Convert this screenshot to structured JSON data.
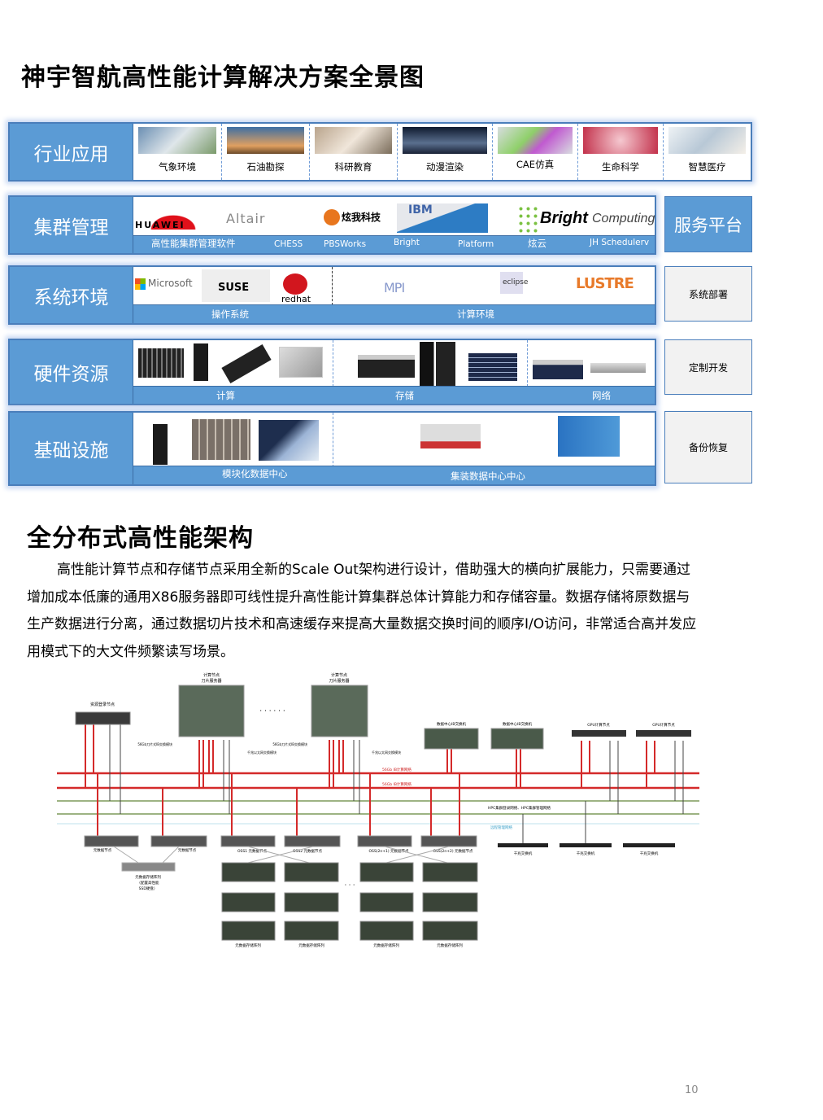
{
  "title": "神宇智航高性能计算解决方案全景图",
  "panorama": {
    "industry": {
      "label": "行业应用",
      "items": [
        "气象环境",
        "石油勘探",
        "科研教育",
        "动漫渲染",
        "CAE仿真",
        "生命科学",
        "智慧医疗"
      ]
    },
    "cluster": {
      "label": "集群管理",
      "logos": [
        "HUAWEI",
        "Altair",
        "炫我科技",
        "IBM",
        "Bright",
        "Computing"
      ],
      "captions": [
        "高性能集群管理软件",
        "CHESS",
        "PBSWorks",
        "Bright",
        "Platform",
        "炫云",
        "JH Schedulerv"
      ]
    },
    "system": {
      "label": "系统环境",
      "logos": [
        "Microsoft",
        "SUSE",
        "redhat",
        "MPI",
        "eclipse",
        "LUSTRE"
      ],
      "captions": [
        "操作系统",
        "计算环境"
      ]
    },
    "hardware": {
      "label": "硬件资源",
      "captions": [
        "计算",
        "存储",
        "网络"
      ]
    },
    "infra": {
      "label": "基础设施",
      "captions": [
        "模块化数据中心",
        "集装数据中心中心"
      ]
    },
    "side": [
      "服务平台",
      "系统部署",
      "定制开发",
      "备份恢复"
    ]
  },
  "section2": {
    "title": "全分布式高性能架构",
    "paragraph": "高性能计算节点和存储节点采用全新的Scale Out架构进行设计，借助强大的横向扩展能力，只需要通过增加成本低廉的通用X86服务器即可线性提升高性能计算集群总体计算能力和存储容量。数据存储将原数据与生产数据进行分离，通过数据切片技术和高速缓存来提高大量数据交换时间的顺序I/O访问，非常适合高并发应用模式下的大文件频繁读写场景。"
  },
  "diagram": {
    "login_node": "资源登录节点",
    "blade_title1": "计算节点",
    "blade_title2": "刀片服务器",
    "ib_module": "56Gb刀片式IB交换模块",
    "eth_module": "千兆以太网交换模块",
    "ellipsis": "· · · · · ·",
    "ib_switch": "数据中心IB交换机",
    "gpu_node": "GPU计算节点",
    "net_ib1": "56Gb IB计算网络",
    "net_ib2": "56Gb IB计算网络",
    "net_mgmt": "HPC集群登录网络、HPC集群管理网络",
    "net_remote": "远程管理网络",
    "gbe_switch": "千兆交换机",
    "mds": "元数据节点",
    "oss1": "OSS1 元数据节点",
    "oss2": "OSS2 元数据节点",
    "oss3": "OSS(2n+1) 元数据节点",
    "oss4": "OSS(2n+2) 元数据节点",
    "mdt1": "元数据存储阵列",
    "mdt2": "（配置高性能",
    "mdt3": "SSD硬盘）",
    "ost": "元数据存储阵列",
    "dots": "· · ·"
  },
  "page_number": "10"
}
